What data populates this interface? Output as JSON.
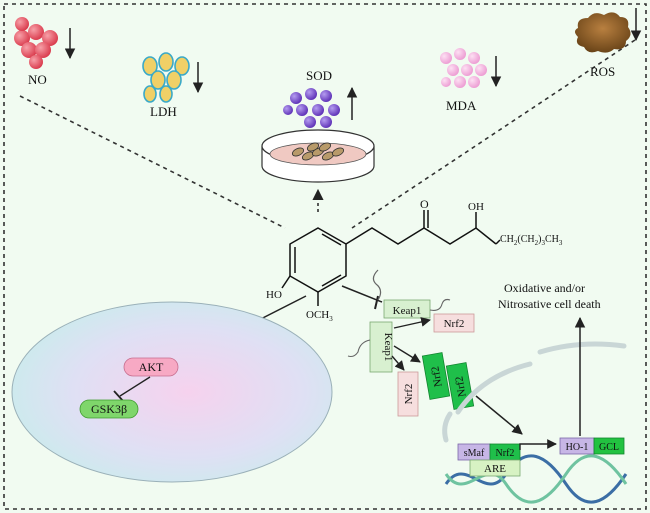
{
  "labels": {
    "no": "NO",
    "ldh": "LDH",
    "sod": "SOD",
    "mda": "MDA",
    "ros": "ROS",
    "ho": "HO",
    "och3": "OCH",
    "och3_sub": "3",
    "oh": "OH",
    "chain": "CH",
    "chain_sub2": "2",
    "chain_mid": "(CH",
    "chain_sub2b": "2",
    "chain_end": ")",
    "chain_sub3": "3",
    "chain_ch3": "CH",
    "chain_ch3_sub": "3",
    "ketone_o": "O",
    "akt": "AKT",
    "gsk3b": "GSK3β",
    "keap1_top": "Keap1",
    "keap1_side": "Keap1",
    "nrf2_a": "Nrf2",
    "nrf2_b": "Nrf2",
    "nrf2_c": "Nrf2",
    "nrf2_d": "Nrf2",
    "nrf2_e": "Nrf2",
    "smaf": "sMaf",
    "are": "ARE",
    "ho1": "HO-1",
    "gcl": "GCL",
    "death_line1": "Oxidative and/or",
    "death_line2": "Nitrosative cell death"
  },
  "trends": {
    "no": "down",
    "ldh": "down",
    "sod": "up",
    "mda": "down",
    "ros": "down"
  },
  "colors": {
    "background": "#f1fbf1",
    "frame": "#333333",
    "no_particle": "#e8505f",
    "ldh_particle": "#e8c24a",
    "sod_particle": "#7a4bd0",
    "mda_particle": "#f2a6d8",
    "ros_cloud": "#8a5a22",
    "akt_fill": "#f7a9c4",
    "gsk_fill": "#7fd66b",
    "keap_fill": "#d8f0d0",
    "nrf2_pale": "#f6dede",
    "nrf2_green": "#1fbf4a",
    "smaf_fill": "#c7b6e6",
    "ho1_fill": "#c7b6e6",
    "gcl_fill": "#22c240",
    "are_fill": "#d7f2c3",
    "cell_fill": "#f3d8f2"
  }
}
